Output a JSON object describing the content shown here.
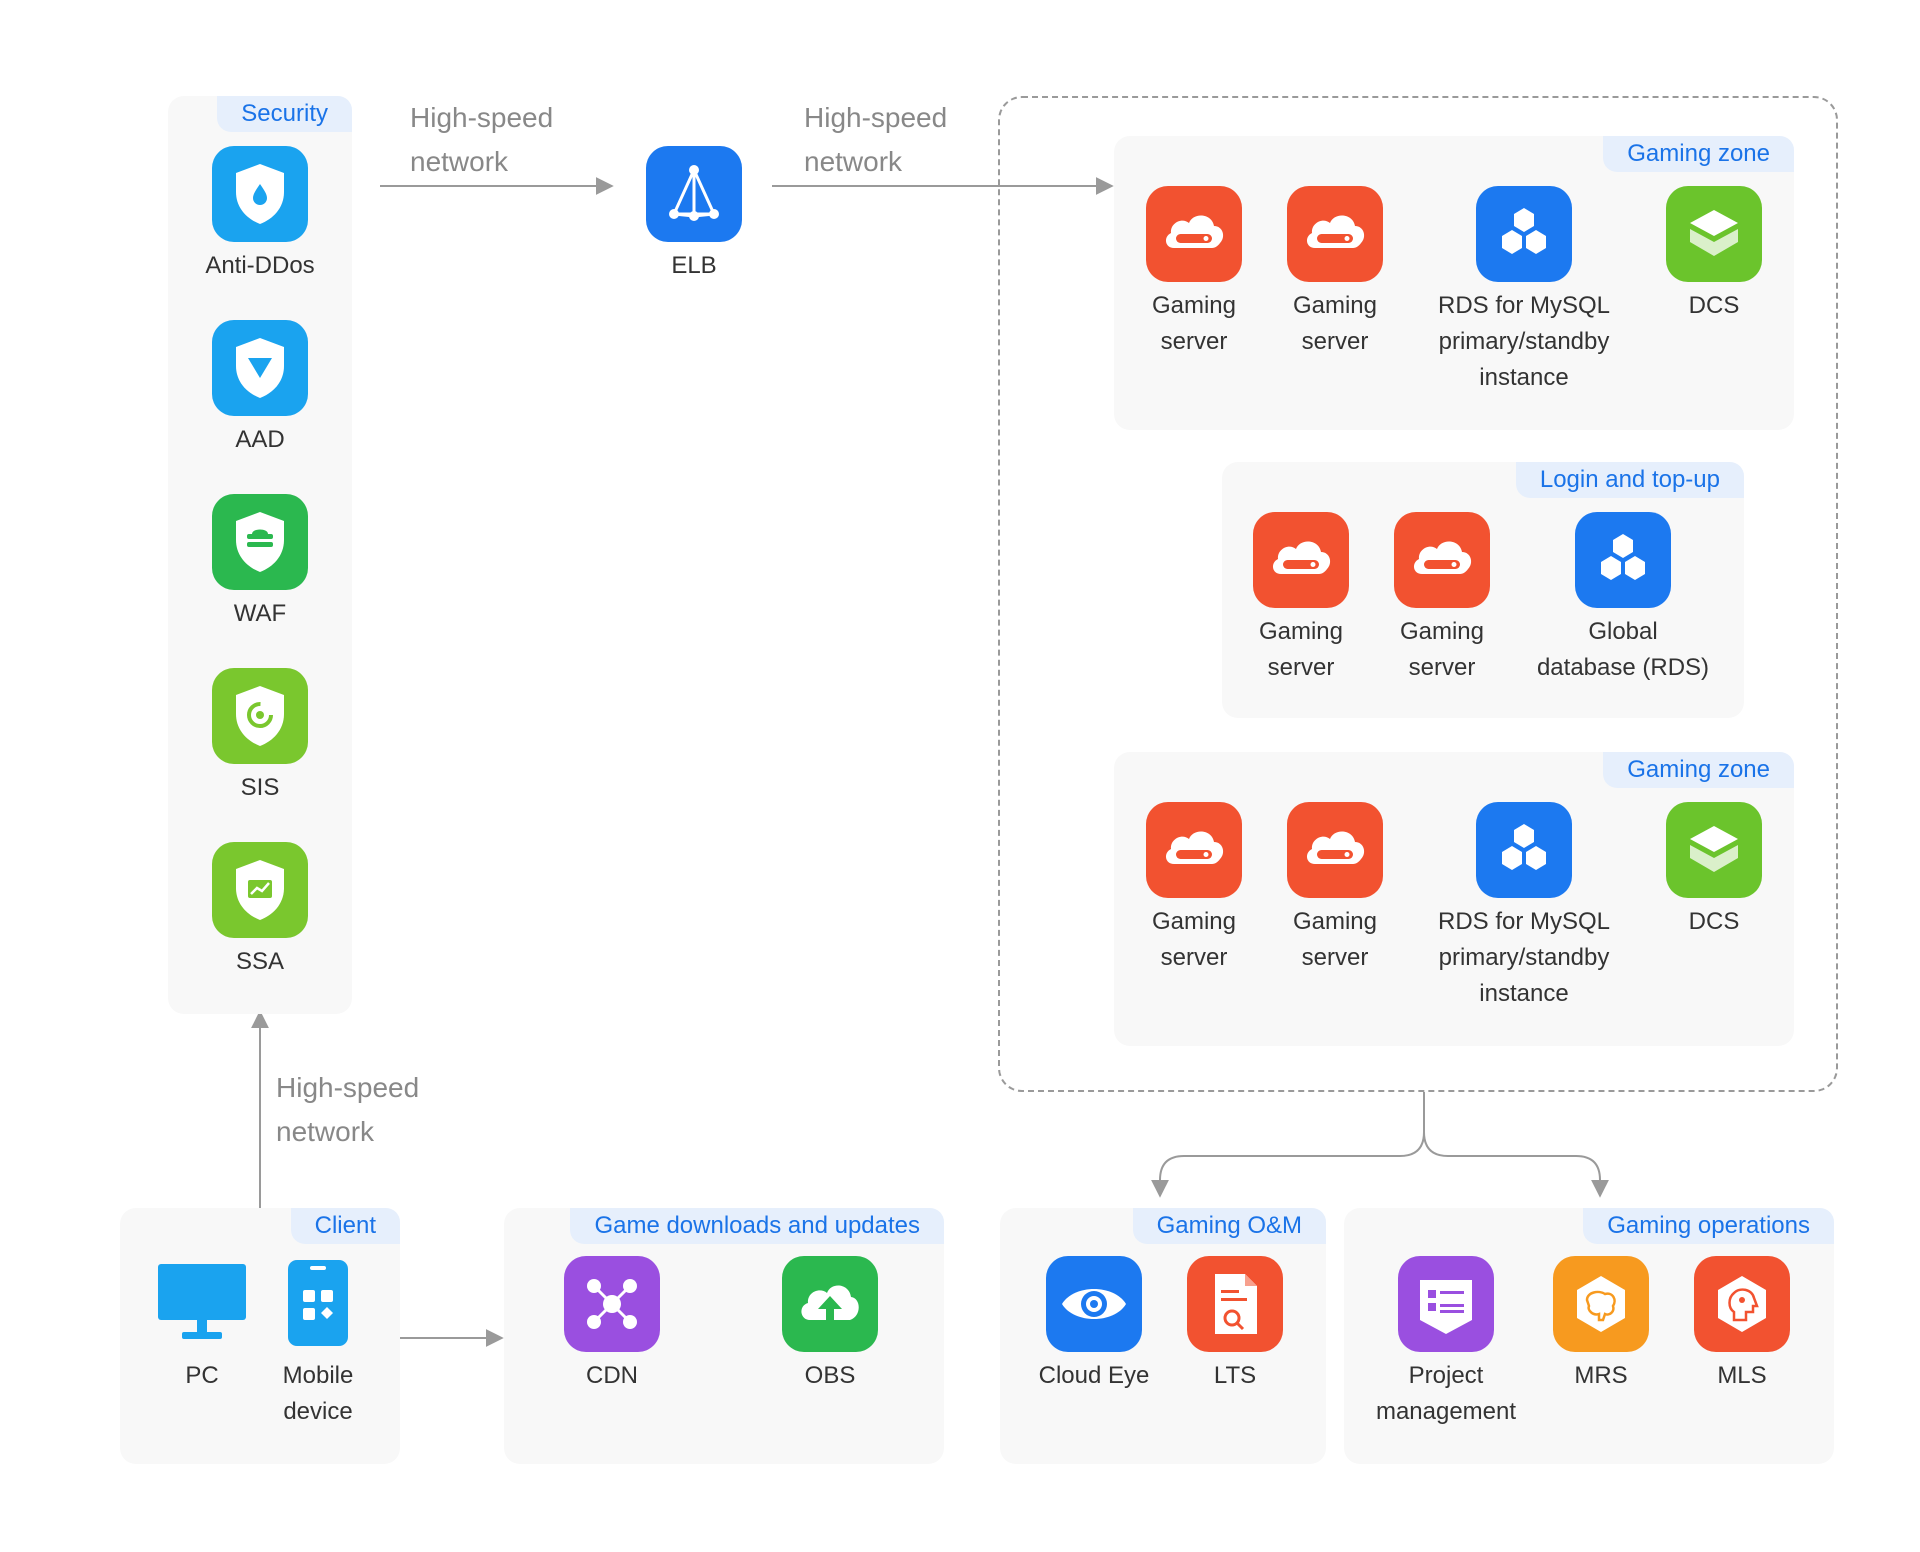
{
  "security": {
    "tag": "Security",
    "items": [
      {
        "label": "Anti-DDos",
        "icon": "anti-ddos-shield-icon",
        "color": "#1aa3ef"
      },
      {
        "label": "AAD",
        "icon": "aad-shield-icon",
        "color": "#1aa3ef"
      },
      {
        "label": "WAF",
        "icon": "waf-shield-icon",
        "color": "#2bb84f"
      },
      {
        "label": "SIS",
        "icon": "sis-shield-icon",
        "color": "#7ac72e"
      },
      {
        "label": "SSA",
        "icon": "ssa-shield-icon",
        "color": "#7ac72e"
      }
    ]
  },
  "network": {
    "label_line1": "High-speed",
    "label_line2": "network"
  },
  "elb": {
    "label": "ELB",
    "icon": "elb-icon",
    "color": "#1c79f0"
  },
  "zones": [
    {
      "tag": "Gaming zone",
      "items": [
        {
          "label_lines": [
            "Gaming",
            "server"
          ],
          "icon": "gaming-server-icon",
          "color": "#f25230"
        },
        {
          "label_lines": [
            "Gaming",
            "server"
          ],
          "icon": "gaming-server-icon",
          "color": "#f25230"
        },
        {
          "label_lines": [
            "RDS for MySQL",
            "primary/standby",
            "instance"
          ],
          "icon": "rds-icon",
          "color": "#1c79f0"
        },
        {
          "label_lines": [
            "DCS"
          ],
          "icon": "dcs-icon",
          "color": "#6bc42c"
        }
      ]
    },
    {
      "tag": "Login and top-up",
      "items": [
        {
          "label_lines": [
            "Gaming",
            "server"
          ],
          "icon": "gaming-server-icon",
          "color": "#f25230"
        },
        {
          "label_lines": [
            "Gaming",
            "server"
          ],
          "icon": "gaming-server-icon",
          "color": "#f25230"
        },
        {
          "label_lines": [
            "Global",
            "database (RDS)"
          ],
          "icon": "rds-icon",
          "color": "#1c79f0"
        }
      ]
    },
    {
      "tag": "Gaming zone",
      "items": [
        {
          "label_lines": [
            "Gaming",
            "server"
          ],
          "icon": "gaming-server-icon",
          "color": "#f25230"
        },
        {
          "label_lines": [
            "Gaming",
            "server"
          ],
          "icon": "gaming-server-icon",
          "color": "#f25230"
        },
        {
          "label_lines": [
            "RDS for MySQL",
            "primary/standby",
            "instance"
          ],
          "icon": "rds-icon",
          "color": "#1c79f0"
        },
        {
          "label_lines": [
            "DCS"
          ],
          "icon": "dcs-icon",
          "color": "#6bc42c"
        }
      ]
    }
  ],
  "client": {
    "tag": "Client",
    "items": [
      {
        "label_lines": [
          "PC"
        ],
        "icon": "pc-monitor-icon",
        "color": "#1aa3ef"
      },
      {
        "label_lines": [
          "Mobile",
          "device"
        ],
        "icon": "mobile-device-icon",
        "color": "#1aa3ef"
      }
    ]
  },
  "downloads": {
    "tag": "Game downloads and updates",
    "items": [
      {
        "label_lines": [
          "CDN"
        ],
        "icon": "cdn-icon",
        "color": "#9a4fe0"
      },
      {
        "label_lines": [
          "OBS"
        ],
        "icon": "obs-icon",
        "color": "#2bb84f"
      }
    ]
  },
  "om": {
    "tag": "Gaming O&M",
    "items": [
      {
        "label_lines": [
          "Cloud Eye"
        ],
        "icon": "cloud-eye-icon",
        "color": "#1c79f0"
      },
      {
        "label_lines": [
          "LTS"
        ],
        "icon": "lts-icon",
        "color": "#f25230"
      }
    ]
  },
  "operations": {
    "tag": "Gaming operations",
    "items": [
      {
        "label_lines": [
          "Project",
          "management"
        ],
        "icon": "project-management-icon",
        "color": "#9a4fe0"
      },
      {
        "label_lines": [
          "MRS"
        ],
        "icon": "mrs-icon",
        "color": "#f79a1f"
      },
      {
        "label_lines": [
          "MLS"
        ],
        "icon": "mls-icon",
        "color": "#f25230"
      }
    ]
  }
}
